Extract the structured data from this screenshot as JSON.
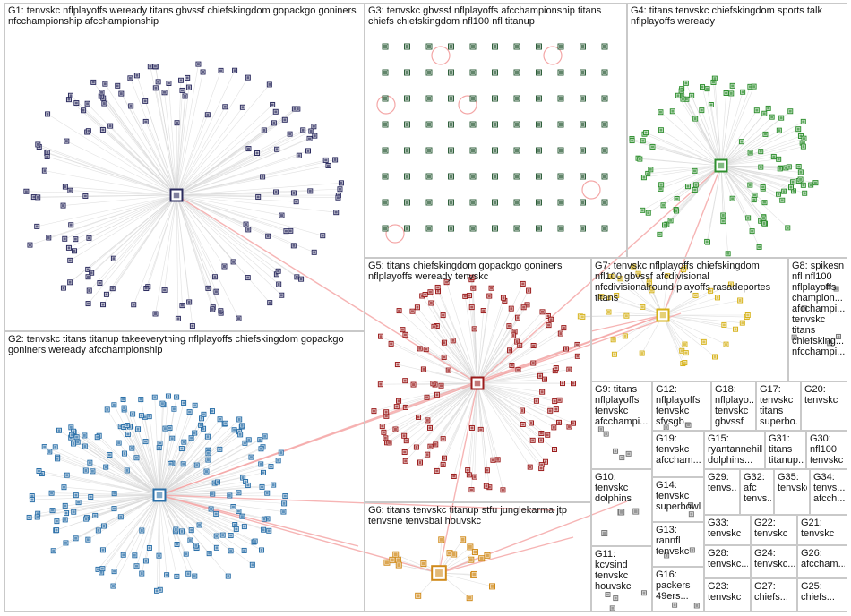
{
  "groups": [
    {
      "id": "G1",
      "label": "G1: tenvskc nflplayoffs weready titans gbvssf chiefskingdom gopackgo goniners nfcchampionship afcchampionship",
      "color": "#2b2b5e"
    },
    {
      "id": "G2",
      "label": "G2: tenvskc titans titanup takeeverything nflplayoffs chiefskingdom gopackgo goniners weready afcchampionship",
      "color": "#2a6fa8"
    },
    {
      "id": "G3",
      "label": "G3: tenvskc gbvssf nflplayoffs afcchampionship titans chiefs chiefskingdom nfl100 nfl titanup",
      "color": "#2e5e3a"
    },
    {
      "id": "G4",
      "label": "G4: titans tenvskc chiefskingdom sports talk nflplayoffs weready",
      "color": "#2f8f2f"
    },
    {
      "id": "G5",
      "label": "G5: titans chiefskingdom gopackgo goniners nflplayoffs weready tenvskc",
      "color": "#9b1c1c"
    },
    {
      "id": "G6",
      "label": "G6: titans tenvskc titanup stfu junglekarma jtp tenvsne tenvsbal houvskc",
      "color": "#d08a1a"
    },
    {
      "id": "G7",
      "label": "G7: tenvskc nflplayoffs chiefskingdom nfl100 gbvssf afcdivisional nfcdivisionalround playoffs rasadeportes titans",
      "color": "#d6b21a"
    },
    {
      "id": "G8",
      "label": "G8: spikesn nfl nfl100 nflplayoffs champion... afcchampi... tenvskc titans chiefsking... nfcchampi...",
      "color": "#777777"
    },
    {
      "id": "G9",
      "label": "G9: titans nflplayoffs tenvskc afcchampi...",
      "color": "#777777"
    },
    {
      "id": "G10",
      "label": "G10: tenvskc dolphins",
      "color": "#777777"
    },
    {
      "id": "G11",
      "label": "G11: kcvsind tenvskc houvskc",
      "color": "#777777"
    },
    {
      "id": "G12",
      "label": "G12: nflplayoffs tenvskc sfvsgb",
      "color": "#777777"
    },
    {
      "id": "G13",
      "label": "G13: rannfl tenvskc",
      "color": "#777777"
    },
    {
      "id": "G14",
      "label": "G14: tenvskc superbowl",
      "color": "#777777"
    },
    {
      "id": "G15",
      "label": "G15: ryantannehill dolphins...",
      "color": "#777777"
    },
    {
      "id": "G16",
      "label": "G16: packers 49ers...",
      "color": "#777777"
    },
    {
      "id": "G17",
      "label": "G17: tenvskc titans superbo...",
      "color": "#777777"
    },
    {
      "id": "G18",
      "label": "G18: nflplayo... tenvskc gbvssf",
      "color": "#777777"
    },
    {
      "id": "G19",
      "label": "G19: tenvskc afccham...",
      "color": "#777777"
    },
    {
      "id": "G20",
      "label": "G20: tenvskc",
      "color": "#777777"
    },
    {
      "id": "G21",
      "label": "G21: tenvskc",
      "color": "#777777"
    },
    {
      "id": "G22",
      "label": "G22: tenvskc",
      "color": "#777777"
    },
    {
      "id": "G23",
      "label": "G23: tenvskc",
      "color": "#777777"
    },
    {
      "id": "G24",
      "label": "G24: tenvskc...",
      "color": "#777777"
    },
    {
      "id": "G25",
      "label": "G25: chiefs...",
      "color": "#777777"
    },
    {
      "id": "G26",
      "label": "G26: afccham...",
      "color": "#777777"
    },
    {
      "id": "G27",
      "label": "G27: chiefs...",
      "color": "#777777"
    },
    {
      "id": "G28",
      "label": "G28: tenvskc...",
      "color": "#777777"
    },
    {
      "id": "G29",
      "label": "G29: tenvs...",
      "color": "#777777"
    },
    {
      "id": "G30",
      "label": "G30: nfl100 tenvskc",
      "color": "#777777"
    },
    {
      "id": "G31",
      "label": "G31: titans titanup...",
      "color": "#777777"
    },
    {
      "id": "G32",
      "label": "G32: afc tenvs...",
      "color": "#777777"
    },
    {
      "id": "G33",
      "label": "G33: tenvskc",
      "color": "#777777"
    },
    {
      "id": "G34",
      "label": "G34: tenvs... afcch...",
      "color": "#777777"
    },
    {
      "id": "G35",
      "label": "G35: tenvskc",
      "color": "#777777"
    }
  ],
  "edge_colors": {
    "intra": "#d9d9d9",
    "inter": "#f4a7a7"
  }
}
